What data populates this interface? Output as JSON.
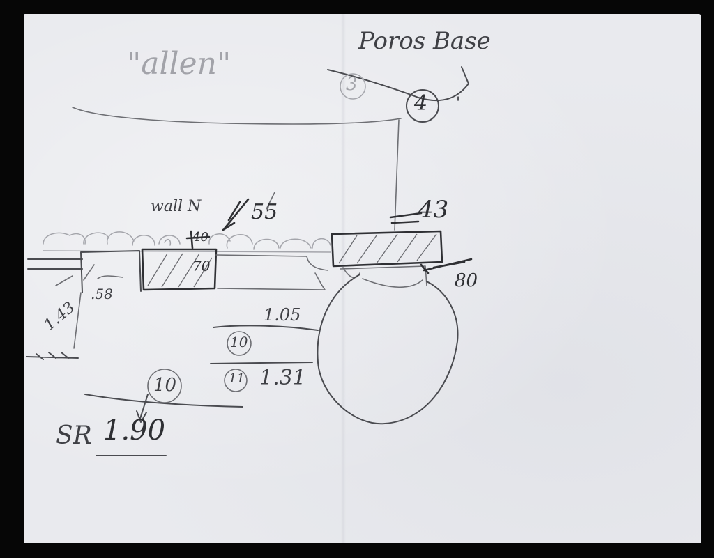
{
  "sheet": {
    "title_note": "\"allen\"",
    "top_label": "Poros Base",
    "circled_3": "3",
    "circled_4": "4",
    "tick_mark": "'",
    "wall_label": "wall N",
    "dim_55": "55",
    "dim_43_top": "43",
    "dim_40": "40",
    "dim_70": "70",
    "dim_80": "80",
    "dim_58": ".58",
    "dim_143": "1.43",
    "dim_105": "1.05",
    "circled_10_mid": "10",
    "circled_11": "11",
    "dim_131": "1.31",
    "circled_10_low": "10",
    "sr_label": "SR",
    "dim_90": "1.90"
  },
  "colors": {
    "paper": "#e9eaee",
    "pencil": "#4a4b50",
    "background": "#060606"
  }
}
